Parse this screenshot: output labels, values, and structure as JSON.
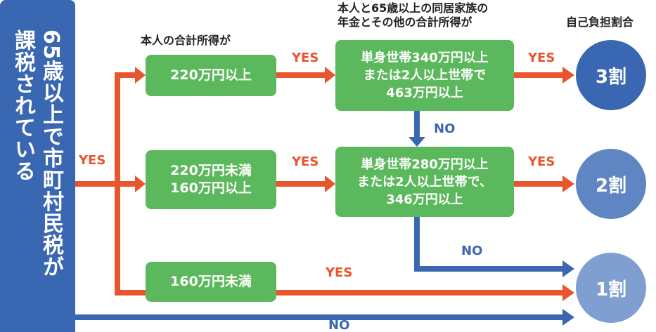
{
  "condition": {
    "line1": "65歳以上で市町村民税が",
    "line2": "課税されている"
  },
  "headers": {
    "own_income": "本人の合計所得が",
    "household_income_1": "本人と65歳以上の同居家族の",
    "household_income_2": "年金とその他の合計所得が",
    "copay_ratio": "自己負担割合"
  },
  "income_boxes": [
    {
      "line1": "220万円以上",
      "line2": ""
    },
    {
      "line1": "220万円未満",
      "line2": "160万円以上"
    },
    {
      "line1": "160万円未満",
      "line2": ""
    }
  ],
  "household_boxes": [
    {
      "line1": "単身世帯340万円以上",
      "line2": "または2人以上世帯で",
      "line3": "463万円以上"
    },
    {
      "line1": "単身世帯280万円以上",
      "line2": "または2人以上世帯で、",
      "line3": "346万円以上"
    }
  ],
  "results": [
    "3割",
    "2割",
    "1割"
  ],
  "labels": {
    "yes": "YES",
    "no": "NO"
  },
  "colors": {
    "blue": "#3a67b1",
    "blue_mid": "#5f86c3",
    "blue_light": "#7f9fd1",
    "green": "#5cb85c",
    "orange": "#e8552f"
  }
}
